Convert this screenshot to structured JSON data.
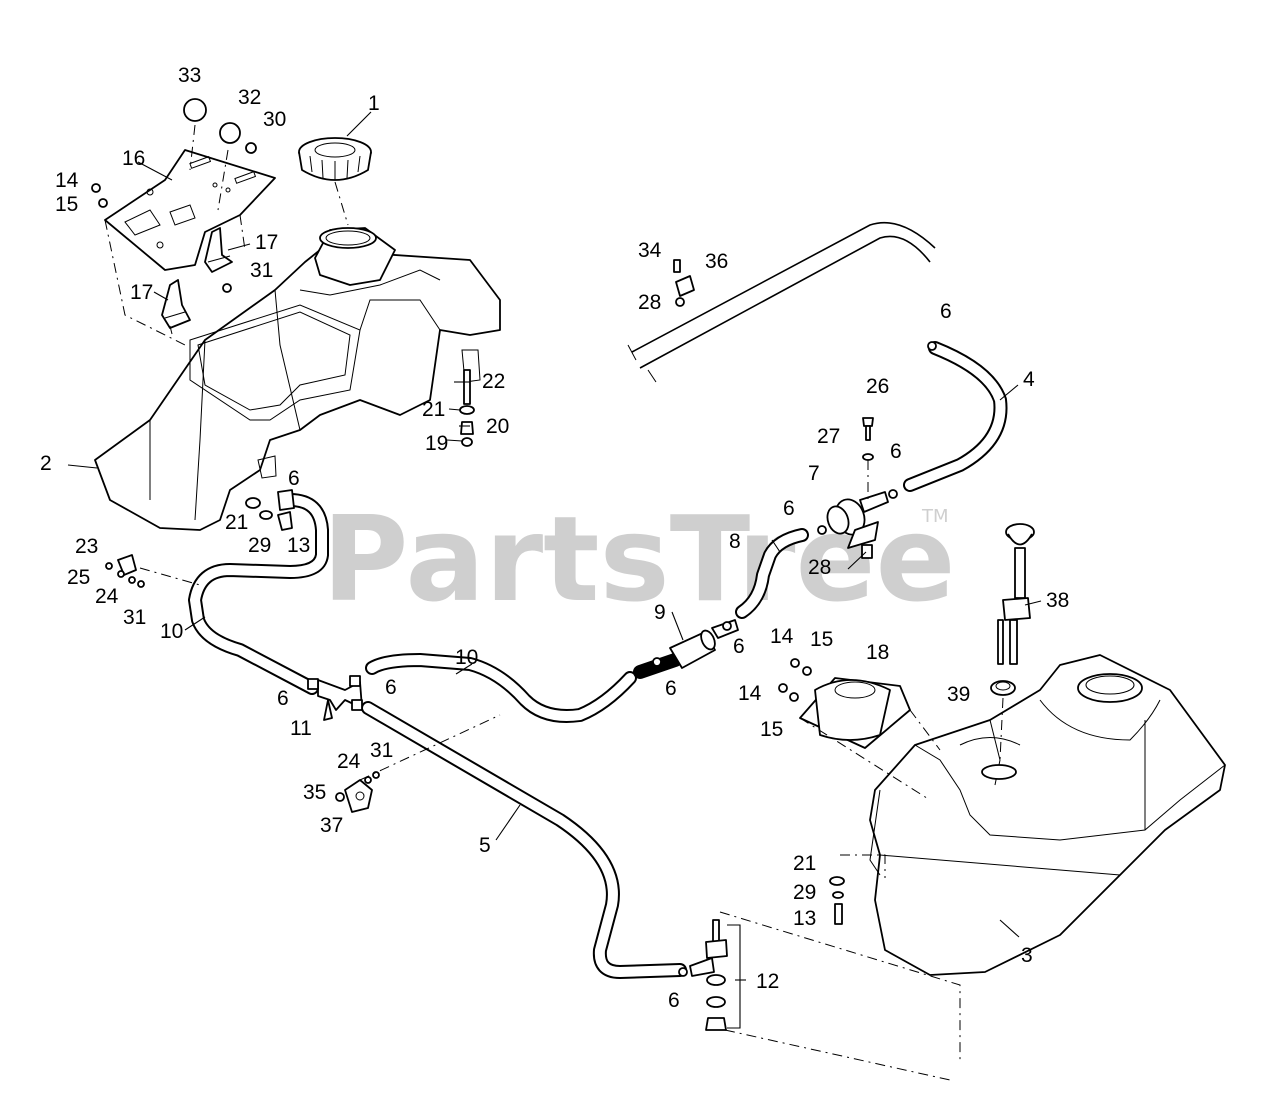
{
  "watermark": {
    "brand": "PartsTree",
    "mark": "TM"
  },
  "callouts": [
    {
      "id": "c33",
      "text": "33"
    },
    {
      "id": "c32",
      "text": "32"
    },
    {
      "id": "c30",
      "text": "30"
    },
    {
      "id": "c1",
      "text": "1"
    },
    {
      "id": "c16",
      "text": "16"
    },
    {
      "id": "c14a",
      "text": "14"
    },
    {
      "id": "c15a",
      "text": "15"
    },
    {
      "id": "c17a",
      "text": "17"
    },
    {
      "id": "c31a",
      "text": "31"
    },
    {
      "id": "c17b",
      "text": "17"
    },
    {
      "id": "c22",
      "text": "22"
    },
    {
      "id": "c21a",
      "text": "21"
    },
    {
      "id": "c20",
      "text": "20"
    },
    {
      "id": "c19",
      "text": "19"
    },
    {
      "id": "c2",
      "text": "2"
    },
    {
      "id": "c6a",
      "text": "6"
    },
    {
      "id": "c21b",
      "text": "21"
    },
    {
      "id": "c29a",
      "text": "29"
    },
    {
      "id": "c13a",
      "text": "13"
    },
    {
      "id": "c23",
      "text": "23"
    },
    {
      "id": "c25",
      "text": "25"
    },
    {
      "id": "c24a",
      "text": "24"
    },
    {
      "id": "c31b",
      "text": "31"
    },
    {
      "id": "c10a",
      "text": "10"
    },
    {
      "id": "c10b",
      "text": "10"
    },
    {
      "id": "c6b",
      "text": "6"
    },
    {
      "id": "c6c",
      "text": "6"
    },
    {
      "id": "c11",
      "text": "11"
    },
    {
      "id": "c24b",
      "text": "24"
    },
    {
      "id": "c31c",
      "text": "31"
    },
    {
      "id": "c35",
      "text": "35"
    },
    {
      "id": "c37",
      "text": "37"
    },
    {
      "id": "c5",
      "text": "5"
    },
    {
      "id": "c34",
      "text": "34"
    },
    {
      "id": "c36",
      "text": "36"
    },
    {
      "id": "c28a",
      "text": "28"
    },
    {
      "id": "c6d",
      "text": "6"
    },
    {
      "id": "c4",
      "text": "4"
    },
    {
      "id": "c26",
      "text": "26"
    },
    {
      "id": "c27",
      "text": "27"
    },
    {
      "id": "c6e",
      "text": "6"
    },
    {
      "id": "c7",
      "text": "7"
    },
    {
      "id": "c6f",
      "text": "6"
    },
    {
      "id": "c8",
      "text": "8"
    },
    {
      "id": "c28b",
      "text": "28"
    },
    {
      "id": "c9",
      "text": "9"
    },
    {
      "id": "c6g",
      "text": "6"
    },
    {
      "id": "c6h",
      "text": "6"
    },
    {
      "id": "c14b",
      "text": "14"
    },
    {
      "id": "c15b",
      "text": "15"
    },
    {
      "id": "c18",
      "text": "18"
    },
    {
      "id": "c14c",
      "text": "14"
    },
    {
      "id": "c15c",
      "text": "15"
    },
    {
      "id": "c38",
      "text": "38"
    },
    {
      "id": "c39",
      "text": "39"
    },
    {
      "id": "c21c",
      "text": "21"
    },
    {
      "id": "c29b",
      "text": "29"
    },
    {
      "id": "c13b",
      "text": "13"
    },
    {
      "id": "c3",
      "text": "3"
    },
    {
      "id": "c12",
      "text": "12"
    },
    {
      "id": "c6i",
      "text": "6"
    }
  ]
}
